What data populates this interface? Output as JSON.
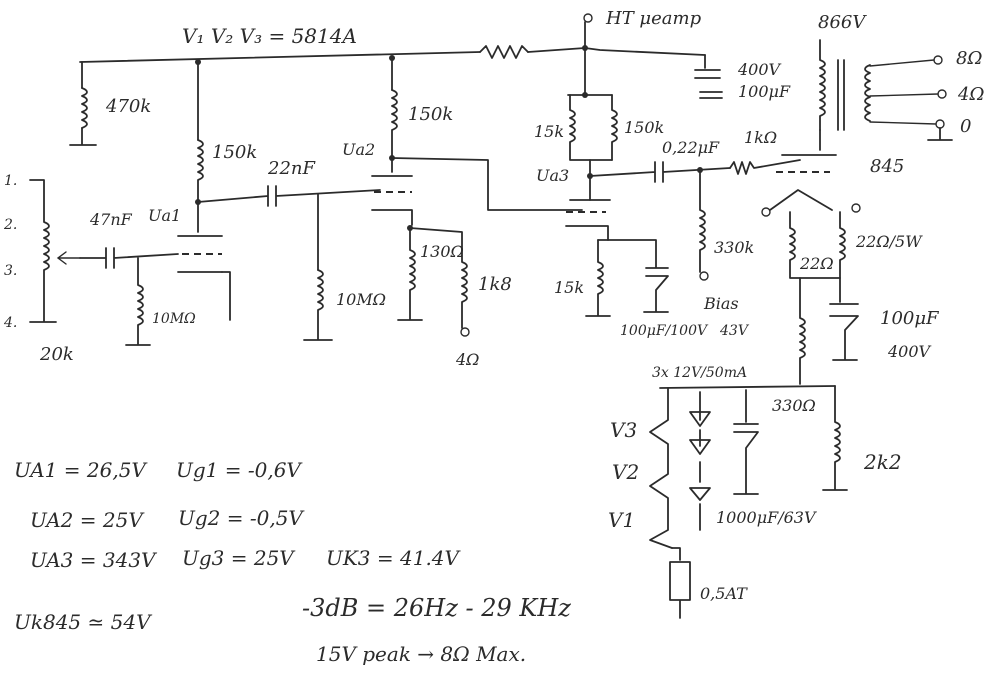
{
  "title": "V₁ V₂ V₃ = 5814A",
  "supply": {
    "ht": "HT μeamp",
    "plate_voltage": "866V"
  },
  "components": {
    "r_470k": "470k",
    "r_150k_a": "150k",
    "r_150k_b": "150k",
    "r_15k_top": "15k",
    "r_150k_c": "150k",
    "c_22nf": "22nF",
    "c_47nf": "47nF",
    "c_022uf": "0,22μF",
    "r_1k": "1kΩ",
    "r_130": "130Ω",
    "r_1k8": "1k8",
    "r_10m_a": "10MΩ",
    "r_10m_b": "10MΩ",
    "r_15k_bot": "15k",
    "c_100uf_100v": "100μF/100V",
    "v_43": "43V",
    "r_330k": "330k",
    "bias": "Bias",
    "r_22_5w": "22Ω/5W",
    "r_22": "22Ω",
    "c_100uf_400v_a": "100μF",
    "v_400_a": "400V",
    "c_400v_b": "400V",
    "c_100uf_b": "100μF",
    "pot_20k": "20k",
    "out_4r": "4Ω",
    "zener_label": "3x 12V/50mA",
    "r_330": "330Ω",
    "r_2k2": "2k2",
    "c_1000uf": "1000μF/63V",
    "fuse": "0,5AT",
    "tube_845": "845"
  },
  "nodes": {
    "va1": "Ua1",
    "va2": "Ua2",
    "va3": "Ua3"
  },
  "input_taps": [
    "1.",
    "2.",
    "3.",
    "4."
  ],
  "output_taps": [
    "8Ω",
    "4Ω",
    "0"
  ],
  "heaters": [
    "V3",
    "V2",
    "V1"
  ],
  "measurements": {
    "ua1": "UA1 = 26,5V",
    "ug1": "Ug1 = -0,6V",
    "ua2": "UA2 = 25V",
    "ug2": "Ug2 = -0,5V",
    "ua3": "UA3 = 343V",
    "ug3": "Ug3 = 25V",
    "uk3": "UK3 = 41.4V",
    "uk845": "Uk845 ≃ 54V"
  },
  "response": {
    "bandwidth": "-3dB = 26Hz - 29 KHz",
    "power": "15V peak → 8Ω Max."
  }
}
